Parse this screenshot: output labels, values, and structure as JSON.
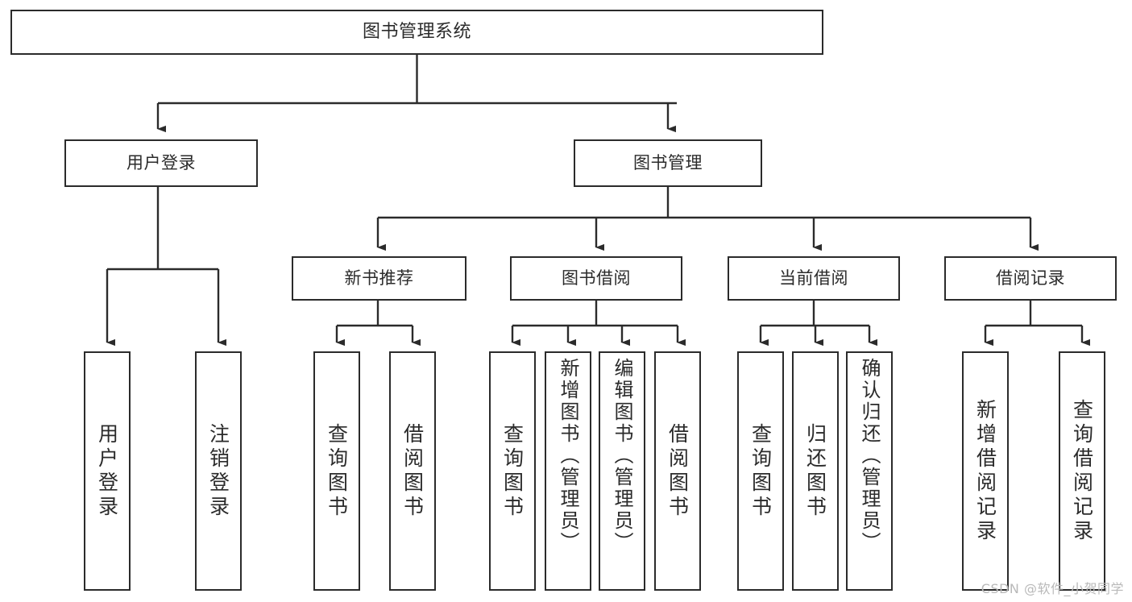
{
  "diagram": {
    "type": "tree",
    "title": "图书管理系统",
    "watermark": "CSDN @软件_小贺同学",
    "colors": {
      "stroke": "#2b2b2b",
      "fill": "#ffffff",
      "text": "#2b2b2b",
      "watermark": "#b9b9b9"
    },
    "nodes": {
      "root": "图书管理系统",
      "level2": {
        "user_login": "用户登录",
        "book_manage": "图书管理"
      },
      "level3": {
        "new_book_rec": "新书推荐",
        "book_borrow": "图书借阅",
        "current_borrow": "当前借阅",
        "borrow_record": "借阅记录"
      },
      "leaves": {
        "user_login_1": "用户登录",
        "user_login_2": "注销登录",
        "new_book_1": "查询图书",
        "new_book_2": "借阅图书",
        "borrow_1": "查询图书",
        "borrow_2": "新增图书（管理员）",
        "borrow_3": "编辑图书（管理员）",
        "borrow_4": "借阅图书",
        "current_1": "查询图书",
        "current_2": "归还图书",
        "current_3": "确认归还（管理员）",
        "record_1": "新增借阅记录",
        "record_2": "查询借阅记录"
      }
    }
  }
}
